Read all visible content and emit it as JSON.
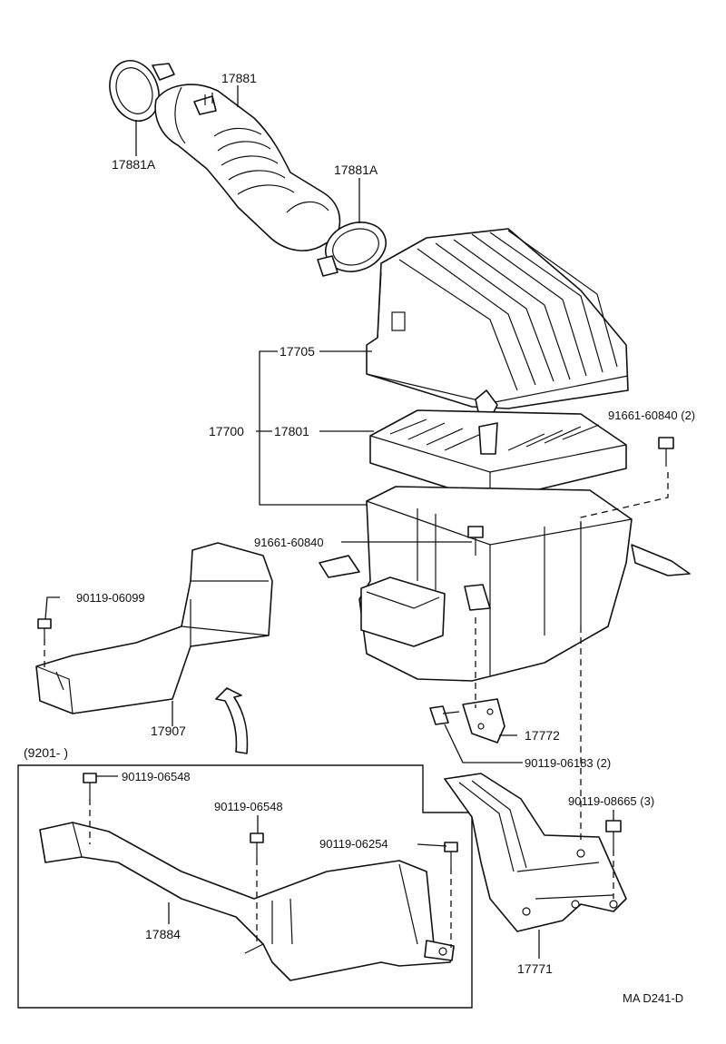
{
  "labels": {
    "hose": "17881",
    "clamp_left": "17881A",
    "clamp_right": "17881A",
    "cap": "17705",
    "assy": "17700",
    "element": "17801",
    "bolt_right": "91661-60840 (2)",
    "bolt_mid": "91661-60840",
    "duct_screw": "90119-06099",
    "duct": "17907",
    "date_range": "(9201-        )",
    "bracket_small": "17772",
    "bolt_bracket": "90119-06183 (2)",
    "screw_a": "90119-06548",
    "screw_b": "90119-06548",
    "screw_c": "90119-06254",
    "screw_d": "90119-08665 (3)",
    "duct_lower": "17884",
    "bracket_big": "17771",
    "figure_code": "MA D241-D"
  }
}
